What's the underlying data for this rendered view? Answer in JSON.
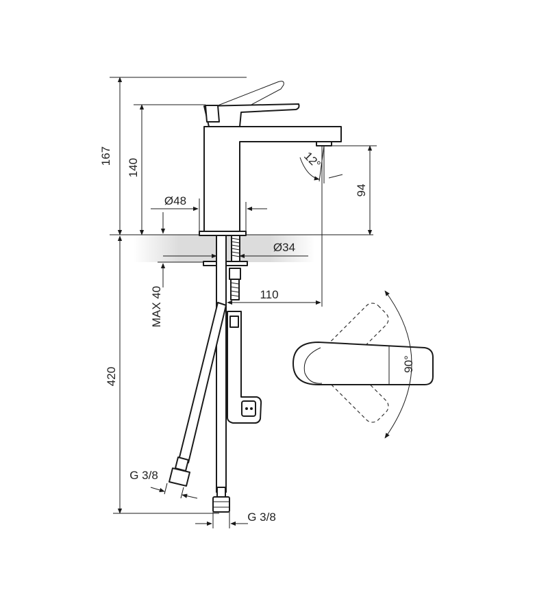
{
  "dimensions": {
    "total_height": "167",
    "handle_height": "140",
    "spout_height": "94",
    "base_diameter": "Ø48",
    "hole_diameter": "Ø34",
    "max_thickness": "MAX 40",
    "spout_reach": "110",
    "hose_length": "420",
    "spout_angle": "12°",
    "handle_rotation": "90°",
    "hose_thread_left": "G 3/8",
    "hose_thread_right": "G 3/8"
  },
  "colors": {
    "line": "#1a1a1a",
    "countertop_shade": "#e6e6e6"
  }
}
